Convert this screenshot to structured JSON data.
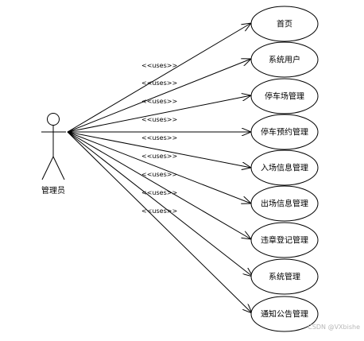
{
  "actor": {
    "label": "管理员"
  },
  "association_label": "<<uses>>",
  "use_cases": [
    {
      "label": "首页"
    },
    {
      "label": "系统用户"
    },
    {
      "label": "停车场管理"
    },
    {
      "label": "停车预约管理"
    },
    {
      "label": "入场信息管理"
    },
    {
      "label": "出场信息管理"
    },
    {
      "label": "违章登记管理"
    },
    {
      "label": "系统管理"
    },
    {
      "label": "通知公告管理"
    }
  ],
  "watermark": "CSDN @VXbishe"
}
